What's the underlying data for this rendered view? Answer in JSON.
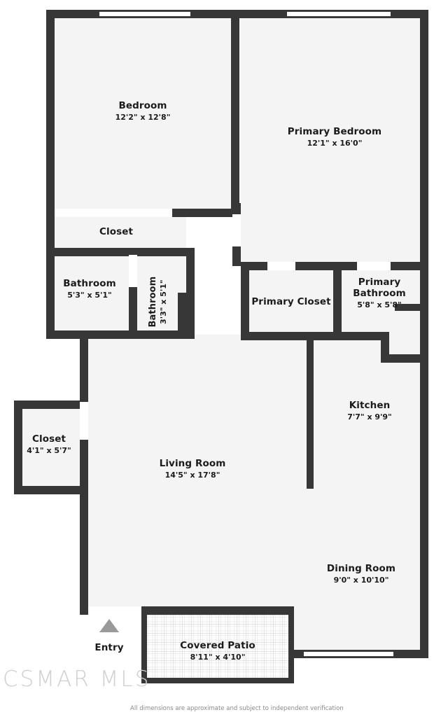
{
  "document": {
    "type": "floor-plan",
    "watermark": "CSMAR MLS",
    "disclaimer": "All dimensions are approximate and subject to independent verification"
  },
  "colors": {
    "wall": "#373737",
    "room_fill": "#f4f4f4",
    "background": "#ffffff",
    "arrow": "#9a9a9a",
    "watermark_text": "#cfcfcf",
    "disclaimer_text": "#8a8a8a"
  },
  "rooms": [
    {
      "id": "bedroom",
      "name": "Bedroom",
      "dimensions": "12'2\" x 12'8\""
    },
    {
      "id": "primary-bedroom",
      "name": "Primary Bedroom",
      "dimensions": "12'1\" x 16'0\""
    },
    {
      "id": "closet-hall",
      "name": "Closet",
      "dimensions": ""
    },
    {
      "id": "bathroom",
      "name": "Bathroom",
      "dimensions": "5'3\" x 5'1\""
    },
    {
      "id": "bathroom-2",
      "name": "Bathroom",
      "dimensions": "3'3\" x 5'1\""
    },
    {
      "id": "primary-closet",
      "name": "Primary Closet",
      "dimensions": ""
    },
    {
      "id": "primary-bathroom",
      "name": "Primary Bathroom",
      "dimensions": "5'8\" x 5'8\""
    },
    {
      "id": "closet-entry",
      "name": "Closet",
      "dimensions": "4'1\" x 5'7\""
    },
    {
      "id": "living-room",
      "name": "Living Room",
      "dimensions": "14'5\" x 17'8\""
    },
    {
      "id": "kitchen",
      "name": "Kitchen",
      "dimensions": "7'7\" x 9'9\""
    },
    {
      "id": "dining-room",
      "name": "Dining Room",
      "dimensions": "9'0\" x 10'10\""
    },
    {
      "id": "covered-patio",
      "name": "Covered Patio",
      "dimensions": "8'11\" x 4'10\""
    }
  ],
  "markers": [
    {
      "id": "entry",
      "label": "Entry",
      "icon": "up-triangle-arrow"
    }
  ]
}
